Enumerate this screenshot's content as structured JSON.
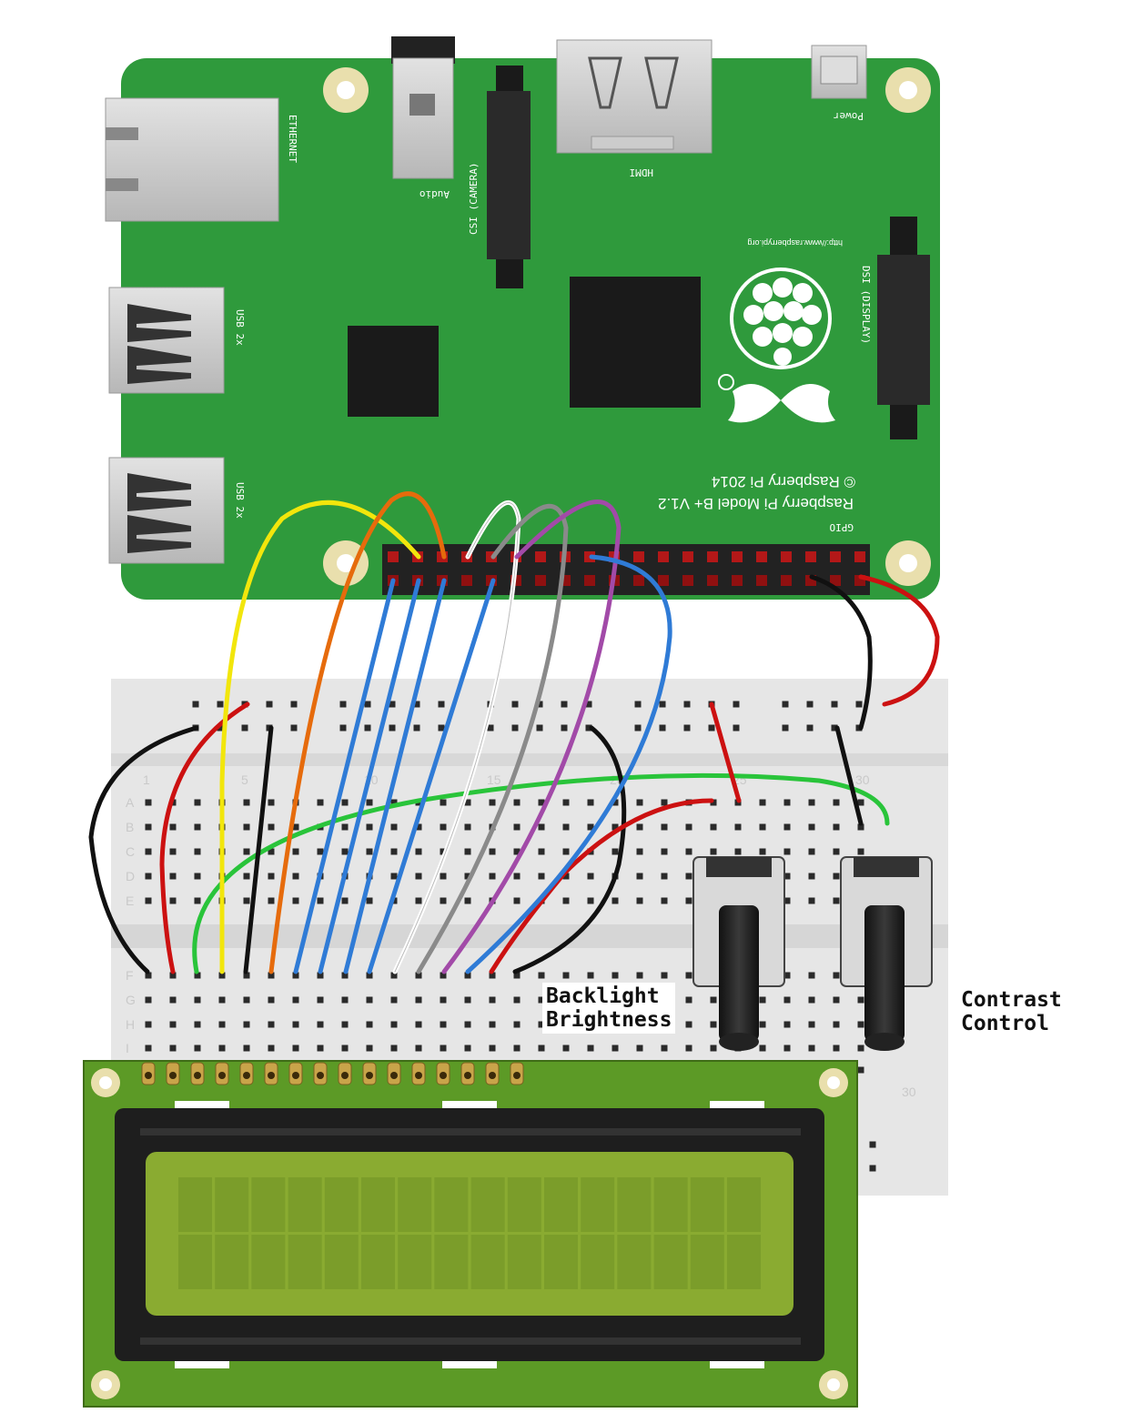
{
  "pi": {
    "ports": {
      "ethernet": "ETHERNET",
      "audio": "Audio",
      "csi": "CSI (CAMERA)",
      "hdmi": "HDMI",
      "power": "Power",
      "dsi": "DSI (DISPLAY)",
      "usb_top": "USB 2x",
      "usb_bottom": "USB 2x",
      "gpio": "GPIO"
    },
    "url": "http://www.raspberrypi.org",
    "model": "Raspberry Pi Model B+ V1.2",
    "copyright": "© Raspberry Pi 2014"
  },
  "breadboard": {
    "rows_top": [
      "A",
      "B",
      "C",
      "D",
      "E"
    ],
    "rows_bottom": [
      "F",
      "G",
      "H",
      "I"
    ],
    "column_numbers": [
      "1",
      "5",
      "10",
      "15",
      "20",
      "25",
      "30"
    ],
    "bottom_column_number": "30"
  },
  "callouts": {
    "backlight": [
      "Backlight",
      "Brightness"
    ],
    "contrast": [
      "Contrast",
      "Control"
    ]
  },
  "colors": {
    "pcb": "#2f9a3c",
    "lcd_pcb": "#5c9a26",
    "lcd_screen": "#8aab31",
    "wire_yellow": "#f2e60c",
    "wire_orange": "#e66b0c",
    "wire_blue": "#2f7bd6",
    "wire_white": "#ffffff",
    "wire_gray": "#8a8a8a",
    "wire_purple": "#a24aa8",
    "wire_red": "#cc1111",
    "wire_black": "#111111",
    "wire_green": "#29c43a"
  }
}
